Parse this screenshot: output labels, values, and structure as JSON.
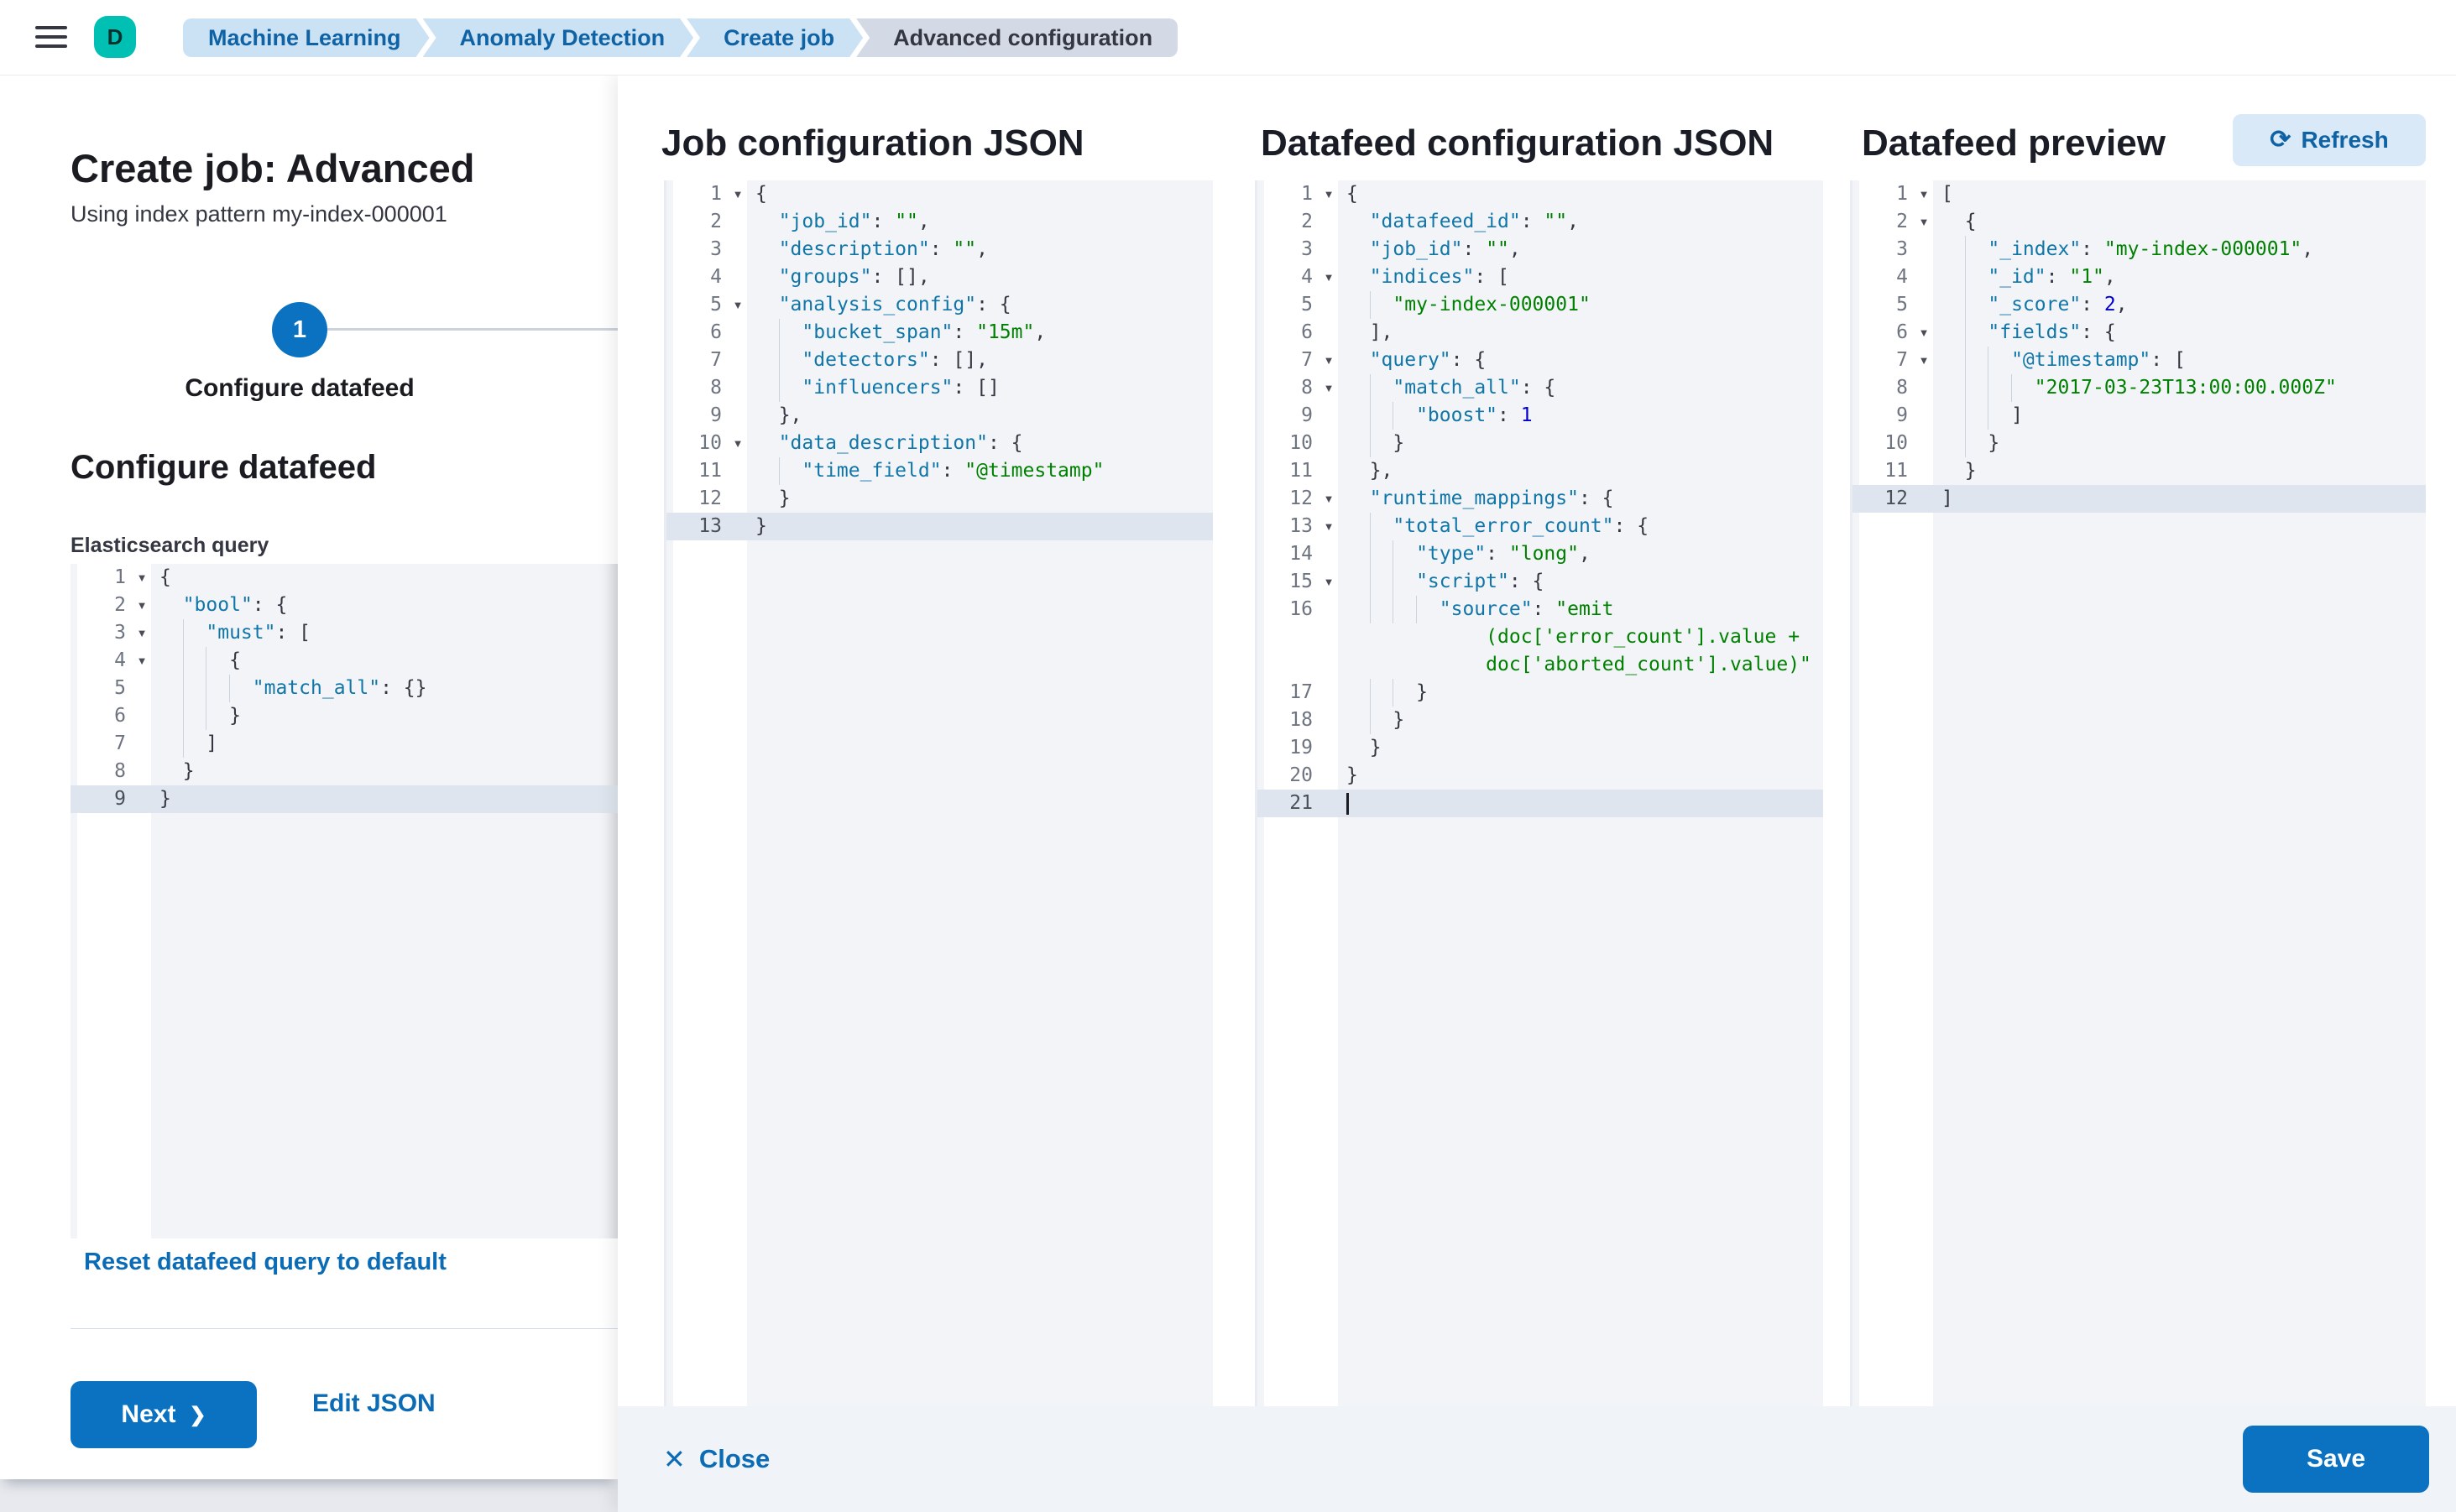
{
  "topbar": {
    "avatar_initial": "D",
    "breadcrumbs": [
      {
        "label": "Machine Learning",
        "current": false
      },
      {
        "label": "Anomaly Detection",
        "current": false
      },
      {
        "label": "Create job",
        "current": false
      },
      {
        "label": "Advanced configuration",
        "current": true
      }
    ]
  },
  "page": {
    "title": "Create job: Advanced",
    "subtitle": "Using index pattern my-index-000001",
    "step_number": "1",
    "step_label": "Configure datafeed",
    "section_heading": "Configure datafeed",
    "query_label": "Elasticsearch query",
    "reset_link": "Reset datafeed query to default",
    "next_label": "Next",
    "edit_json_label": "Edit JSON"
  },
  "flyout": {
    "panels": [
      {
        "title": "Job configuration JSON"
      },
      {
        "title": "Datafeed configuration JSON"
      },
      {
        "title": "Datafeed preview"
      }
    ],
    "refresh_label": "Refresh",
    "close_label": "Close",
    "save_label": "Save"
  },
  "icons": {
    "menu": "hamburger-bars",
    "close": "✕",
    "refresh": "⟳",
    "chevron_right": "❯",
    "fold": "▼"
  },
  "colors": {
    "primary": "#0b72c2",
    "link": "#0b6cb5",
    "avatar_bg": "#00bfb3",
    "breadcrumb_bg": "#cbe1f4",
    "breadcrumb_text": "#0f63a5",
    "breadcrumb_current_bg": "#d3dae6",
    "editor_bg": "#f2f4f8",
    "active_line_bg": "#dfe5ee",
    "json_key": "#1076a8",
    "json_string": "#008000",
    "json_number": "#0000cd",
    "footer_bg": "#f0f3f8"
  },
  "editors": {
    "es_query": {
      "active": 9,
      "lines": [
        {
          "n": 1,
          "f": true,
          "t": [
            [
              "p",
              "{"
            ]
          ]
        },
        {
          "n": 2,
          "f": true,
          "t": [
            [
              "w",
              "  "
            ],
            [
              "k",
              "\"bool\""
            ],
            [
              "p",
              ": {"
            ]
          ]
        },
        {
          "n": 3,
          "f": true,
          "t": [
            [
              "w",
              "  "
            ],
            [
              "g"
            ],
            [
              "k",
              "\"must\""
            ],
            [
              "p",
              ": ["
            ]
          ]
        },
        {
          "n": 4,
          "f": true,
          "t": [
            [
              "w",
              "  "
            ],
            [
              "g"
            ],
            [
              "g"
            ],
            [
              "p",
              "{"
            ]
          ]
        },
        {
          "n": 5,
          "t": [
            [
              "w",
              "  "
            ],
            [
              "g"
            ],
            [
              "g"
            ],
            [
              "g"
            ],
            [
              "k",
              "\"match_all\""
            ],
            [
              "p",
              ": {}"
            ]
          ]
        },
        {
          "n": 6,
          "t": [
            [
              "w",
              "  "
            ],
            [
              "g"
            ],
            [
              "g"
            ],
            [
              "p",
              "}"
            ]
          ]
        },
        {
          "n": 7,
          "t": [
            [
              "w",
              "  "
            ],
            [
              "g"
            ],
            [
              "p",
              "]"
            ]
          ]
        },
        {
          "n": 8,
          "t": [
            [
              "w",
              "  "
            ],
            [
              "p",
              "}"
            ]
          ]
        },
        {
          "n": 9,
          "t": [
            [
              "p",
              "}"
            ]
          ]
        }
      ]
    },
    "job_config": {
      "active": 13,
      "lines": [
        {
          "n": 1,
          "f": true,
          "t": [
            [
              "p",
              "{"
            ]
          ]
        },
        {
          "n": 2,
          "t": [
            [
              "w",
              "  "
            ],
            [
              "k",
              "\"job_id\""
            ],
            [
              "p",
              ": "
            ],
            [
              "s",
              "\"\""
            ],
            [
              "p",
              ","
            ]
          ]
        },
        {
          "n": 3,
          "t": [
            [
              "w",
              "  "
            ],
            [
              "k",
              "\"description\""
            ],
            [
              "p",
              ": "
            ],
            [
              "s",
              "\"\""
            ],
            [
              "p",
              ","
            ]
          ]
        },
        {
          "n": 4,
          "t": [
            [
              "w",
              "  "
            ],
            [
              "k",
              "\"groups\""
            ],
            [
              "p",
              ": [],"
            ]
          ]
        },
        {
          "n": 5,
          "f": true,
          "t": [
            [
              "w",
              "  "
            ],
            [
              "k",
              "\"analysis_config\""
            ],
            [
              "p",
              ": {"
            ]
          ]
        },
        {
          "n": 6,
          "t": [
            [
              "w",
              "  "
            ],
            [
              "g"
            ],
            [
              "k",
              "\"bucket_span\""
            ],
            [
              "p",
              ": "
            ],
            [
              "s",
              "\"15m\""
            ],
            [
              "p",
              ","
            ]
          ]
        },
        {
          "n": 7,
          "t": [
            [
              "w",
              "  "
            ],
            [
              "g"
            ],
            [
              "k",
              "\"detectors\""
            ],
            [
              "p",
              ": [],"
            ]
          ]
        },
        {
          "n": 8,
          "t": [
            [
              "w",
              "  "
            ],
            [
              "g"
            ],
            [
              "k",
              "\"influencers\""
            ],
            [
              "p",
              ": []"
            ]
          ]
        },
        {
          "n": 9,
          "t": [
            [
              "w",
              "  "
            ],
            [
              "p",
              "},"
            ]
          ]
        },
        {
          "n": 10,
          "f": true,
          "t": [
            [
              "w",
              "  "
            ],
            [
              "k",
              "\"data_description\""
            ],
            [
              "p",
              ": {"
            ]
          ]
        },
        {
          "n": 11,
          "t": [
            [
              "w",
              "  "
            ],
            [
              "g"
            ],
            [
              "k",
              "\"time_field\""
            ],
            [
              "p",
              ": "
            ],
            [
              "s",
              "\"@timestamp\""
            ]
          ]
        },
        {
          "n": 12,
          "t": [
            [
              "w",
              "  "
            ],
            [
              "p",
              "}"
            ]
          ]
        },
        {
          "n": 13,
          "t": [
            [
              "p",
              "}"
            ]
          ]
        }
      ]
    },
    "datafeed_config": {
      "active": 21,
      "lines": [
        {
          "n": 1,
          "f": true,
          "t": [
            [
              "p",
              "{"
            ]
          ]
        },
        {
          "n": 2,
          "t": [
            [
              "w",
              "  "
            ],
            [
              "k",
              "\"datafeed_id\""
            ],
            [
              "p",
              ": "
            ],
            [
              "s",
              "\"\""
            ],
            [
              "p",
              ","
            ]
          ]
        },
        {
          "n": 3,
          "t": [
            [
              "w",
              "  "
            ],
            [
              "k",
              "\"job_id\""
            ],
            [
              "p",
              ": "
            ],
            [
              "s",
              "\"\""
            ],
            [
              "p",
              ","
            ]
          ]
        },
        {
          "n": 4,
          "f": true,
          "t": [
            [
              "w",
              "  "
            ],
            [
              "k",
              "\"indices\""
            ],
            [
              "p",
              ": ["
            ]
          ]
        },
        {
          "n": 5,
          "t": [
            [
              "w",
              "  "
            ],
            [
              "g"
            ],
            [
              "s",
              "\"my-index-000001\""
            ]
          ]
        },
        {
          "n": 6,
          "t": [
            [
              "w",
              "  "
            ],
            [
              "p",
              "],"
            ]
          ]
        },
        {
          "n": 7,
          "f": true,
          "t": [
            [
              "w",
              "  "
            ],
            [
              "k",
              "\"query\""
            ],
            [
              "p",
              ": {"
            ]
          ]
        },
        {
          "n": 8,
          "f": true,
          "t": [
            [
              "w",
              "  "
            ],
            [
              "g"
            ],
            [
              "k",
              "\"match_all\""
            ],
            [
              "p",
              ": {"
            ]
          ]
        },
        {
          "n": 9,
          "t": [
            [
              "w",
              "  "
            ],
            [
              "g"
            ],
            [
              "g"
            ],
            [
              "k",
              "\"boost\""
            ],
            [
              "p",
              ": "
            ],
            [
              "n",
              "1"
            ]
          ]
        },
        {
          "n": 10,
          "t": [
            [
              "w",
              "  "
            ],
            [
              "g"
            ],
            [
              "p",
              "}"
            ]
          ]
        },
        {
          "n": 11,
          "t": [
            [
              "w",
              "  "
            ],
            [
              "p",
              "},"
            ]
          ]
        },
        {
          "n": 12,
          "f": true,
          "t": [
            [
              "w",
              "  "
            ],
            [
              "k",
              "\"runtime_mappings\""
            ],
            [
              "p",
              ": {"
            ]
          ]
        },
        {
          "n": 13,
          "f": true,
          "t": [
            [
              "w",
              "  "
            ],
            [
              "g"
            ],
            [
              "k",
              "\"total_error_count\""
            ],
            [
              "p",
              ": {"
            ]
          ]
        },
        {
          "n": 14,
          "t": [
            [
              "w",
              "  "
            ],
            [
              "g"
            ],
            [
              "g"
            ],
            [
              "k",
              "\"type\""
            ],
            [
              "p",
              ": "
            ],
            [
              "s",
              "\"long\""
            ],
            [
              "p",
              ","
            ]
          ]
        },
        {
          "n": 15,
          "f": true,
          "t": [
            [
              "w",
              "  "
            ],
            [
              "g"
            ],
            [
              "g"
            ],
            [
              "k",
              "\"script\""
            ],
            [
              "p",
              ": {"
            ]
          ]
        },
        {
          "n": 16,
          "t": [
            [
              "w",
              "  "
            ],
            [
              "g"
            ],
            [
              "g"
            ],
            [
              "g"
            ],
            [
              "k",
              "\"source\""
            ],
            [
              "p",
              ": "
            ],
            [
              "s",
              "\"emit\n            (doc['error_count'].value +\n            doc['aborted_count'].value)\""
            ]
          ]
        },
        {
          "n": 17,
          "t": [
            [
              "w",
              "  "
            ],
            [
              "g"
            ],
            [
              "g"
            ],
            [
              "p",
              "}"
            ]
          ]
        },
        {
          "n": 18,
          "t": [
            [
              "w",
              "  "
            ],
            [
              "g"
            ],
            [
              "p",
              "}"
            ]
          ]
        },
        {
          "n": 19,
          "t": [
            [
              "w",
              "  "
            ],
            [
              "p",
              "}"
            ]
          ]
        },
        {
          "n": 20,
          "t": [
            [
              "p",
              "}"
            ]
          ]
        },
        {
          "n": 21,
          "caret": true,
          "t": []
        }
      ]
    },
    "datafeed_preview": {
      "active": 12,
      "lines": [
        {
          "n": 1,
          "f": true,
          "t": [
            [
              "p",
              "["
            ]
          ]
        },
        {
          "n": 2,
          "f": true,
          "t": [
            [
              "w",
              "  "
            ],
            [
              "p",
              "{"
            ]
          ]
        },
        {
          "n": 3,
          "t": [
            [
              "w",
              "  "
            ],
            [
              "g"
            ],
            [
              "k",
              "\"_index\""
            ],
            [
              "p",
              ": "
            ],
            [
              "s",
              "\"my-index-000001\""
            ],
            [
              "p",
              ","
            ]
          ]
        },
        {
          "n": 4,
          "t": [
            [
              "w",
              "  "
            ],
            [
              "g"
            ],
            [
              "k",
              "\"_id\""
            ],
            [
              "p",
              ": "
            ],
            [
              "s",
              "\"1\""
            ],
            [
              "p",
              ","
            ]
          ]
        },
        {
          "n": 5,
          "t": [
            [
              "w",
              "  "
            ],
            [
              "g"
            ],
            [
              "k",
              "\"_score\""
            ],
            [
              "p",
              ": "
            ],
            [
              "n",
              "2"
            ],
            [
              "p",
              ","
            ]
          ]
        },
        {
          "n": 6,
          "f": true,
          "t": [
            [
              "w",
              "  "
            ],
            [
              "g"
            ],
            [
              "k",
              "\"fields\""
            ],
            [
              "p",
              ": {"
            ]
          ]
        },
        {
          "n": 7,
          "f": true,
          "t": [
            [
              "w",
              "  "
            ],
            [
              "g"
            ],
            [
              "g"
            ],
            [
              "k",
              "\"@timestamp\""
            ],
            [
              "p",
              ": ["
            ]
          ]
        },
        {
          "n": 8,
          "t": [
            [
              "w",
              "  "
            ],
            [
              "g"
            ],
            [
              "g"
            ],
            [
              "g"
            ],
            [
              "s",
              "\"2017-03-23T13:00:00.000Z\""
            ]
          ]
        },
        {
          "n": 9,
          "t": [
            [
              "w",
              "  "
            ],
            [
              "g"
            ],
            [
              "g"
            ],
            [
              "p",
              "]"
            ]
          ]
        },
        {
          "n": 10,
          "t": [
            [
              "w",
              "  "
            ],
            [
              "g"
            ],
            [
              "p",
              "}"
            ]
          ]
        },
        {
          "n": 11,
          "t": [
            [
              "w",
              "  "
            ],
            [
              "p",
              "}"
            ]
          ]
        },
        {
          "n": 12,
          "t": [
            [
              "p",
              "]"
            ]
          ]
        }
      ]
    }
  }
}
